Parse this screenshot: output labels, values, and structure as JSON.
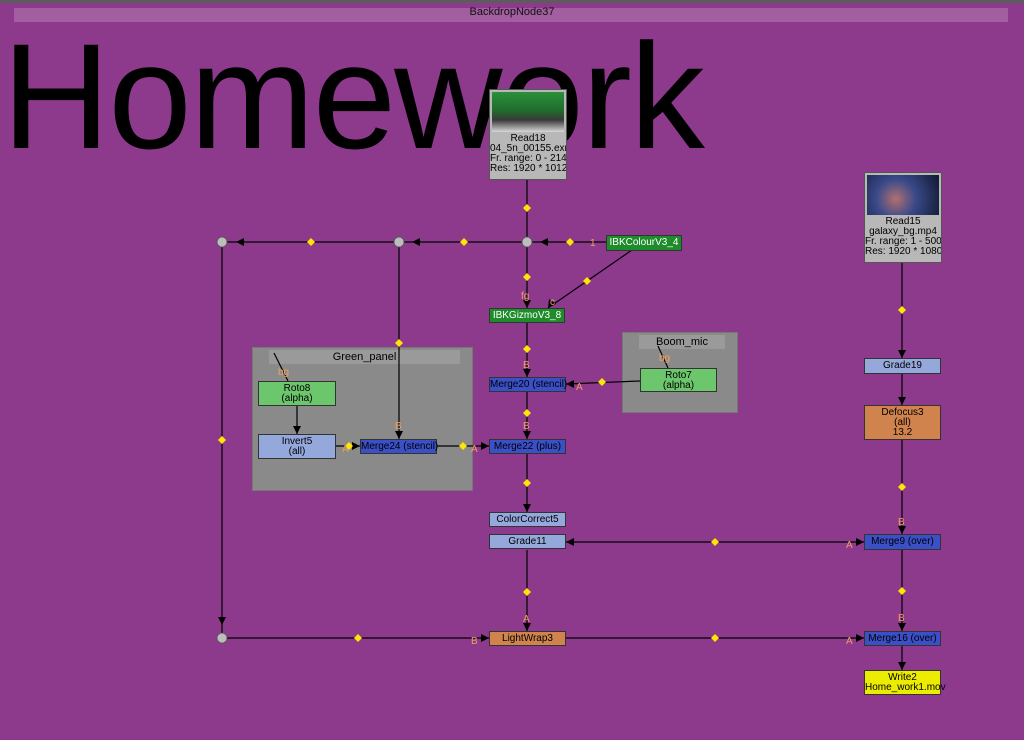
{
  "backdrop": {
    "label": "BackdropNode37",
    "title": "Homework"
  },
  "groups": {
    "green_panel": "Green_panel",
    "boom_mic": "Boom_mic"
  },
  "reads": {
    "read18": {
      "name": "Read18",
      "file": "04_5n_00155.exr",
      "range": "Fr. range: 0 - 214",
      "res": "Res: 1920 * 1012"
    },
    "read15": {
      "name": "Read15",
      "file": "galaxy_bg.mp4",
      "range": "Fr. range: 1 - 500",
      "res": "Res: 1920 * 1080"
    }
  },
  "nodes": {
    "ibkcolour": "IBKColourV3_4",
    "ibkgizmo": "IBKGizmoV3_8",
    "roto8": {
      "name": "Roto8",
      "sub": "(alpha)"
    },
    "invert5": {
      "name": "Invert5",
      "sub": "(all)"
    },
    "merge24": "Merge24 (stencil)",
    "merge20": "Merge20 (stencil)",
    "roto7": {
      "name": "Roto7",
      "sub": "(alpha)"
    },
    "merge22": "Merge22 (plus)",
    "colorcorrect5": "ColorCorrect5",
    "grade11": "Grade11",
    "lightwrap3": "LightWrap3",
    "grade19": "Grade19",
    "defocus3": {
      "name": "Defocus3",
      "sub": "(all)",
      "value": "13.2"
    },
    "merge9": "Merge9 (over)",
    "merge16": "Merge16 (over)",
    "write2": {
      "name": "Write2",
      "file": "Home_work1.mov"
    }
  },
  "inputs": {
    "bg": "bg",
    "fg": "fg",
    "c": "c",
    "a": "A",
    "b": "B",
    "one": "1"
  },
  "colors": {
    "backdrop": "#8e3a8c",
    "wire": "#000000",
    "dot": "#ffe600"
  }
}
